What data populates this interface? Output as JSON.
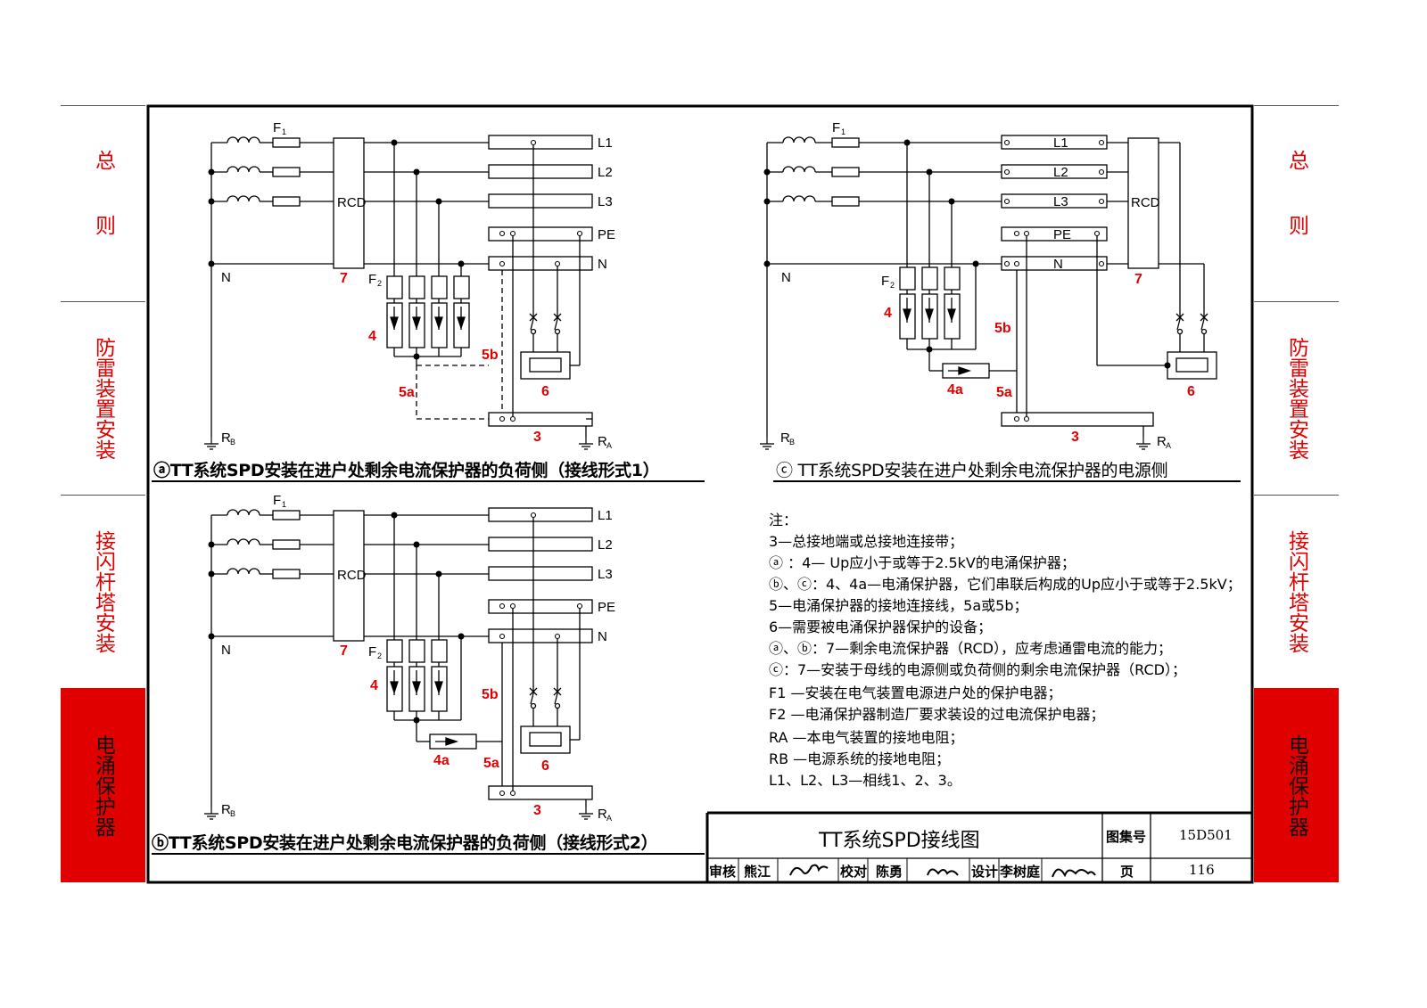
{
  "side_tabs": {
    "t1": "总则",
    "t2": "防雷装置安装",
    "t3": "接闪杆塔安装",
    "t4": "电涌保护器"
  },
  "diagram_labels": {
    "L1": "L1",
    "L2": "L2",
    "L3": "L3",
    "PE": "PE",
    "N": "N",
    "F1": "F",
    "F1_sub": "1",
    "F2": "F",
    "F2_sub": "2",
    "RCD": "RCD",
    "RB": "R",
    "RB_sub": "B",
    "RA": "R",
    "RA_sub": "A",
    "n3": "3",
    "n4": "4",
    "n4a": "4a",
    "n5a": "5a",
    "n5b": "5b",
    "n6": "6",
    "n7": "7"
  },
  "captions": {
    "a": "ⓐTT系统SPD安装在进户处剩余电流保护器的负荷侧（接线形式1）",
    "b": "ⓑTT系统SPD安装在进户处剩余电流保护器的负荷侧（接线形式2）",
    "c": "ⓒ TT系统SPD安装在进户处剩余电流保护器的电源侧"
  },
  "notes": [
    "注：",
    "3—总接地端或总接地连接带；",
    "ⓐ   ：4— Up应小于或等于2.5kV的电涌保护器；",
    "ⓑ、ⓒ：4、4a—电涌保护器，它们串联后构成的Up应小于或等于2.5kV；",
    "5—电涌保护器的接地连接线，5a或5b；",
    "6—需要被电涌保护器保护的设备；",
    "ⓐ、ⓑ：7—剩余电流保护器（RCD），应考虑通雷电流的能力；",
    "    ⓒ：7—安装于母线的电源侧或负荷侧的剩余电流保护器（RCD）；",
    "F1 —安装在电气装置电源进户处的保护电器；",
    "F2 —电涌保护器制造厂要求装设的过电流保护电器；",
    "RA —本电气装置的接地电阻；",
    "RB —电源系统的接地电阻；",
    "L1、L2、L3—相线1、2、3。"
  ],
  "title_block": {
    "title": "TT系统SPD接线图",
    "atlas_label": "图集号",
    "atlas_no": "15D501",
    "review_label": "审核",
    "reviewer": "熊江",
    "reviewer_sig": "熊江",
    "check_label": "校对",
    "checker": "陈勇",
    "checker_sig": "陈勇",
    "design_label": "设计",
    "designer": "李树庭",
    "designer_sig": "李树庭",
    "page_label": "页",
    "page_no": "116"
  },
  "colors": {
    "red": "#e00000",
    "ink": "#000000"
  }
}
